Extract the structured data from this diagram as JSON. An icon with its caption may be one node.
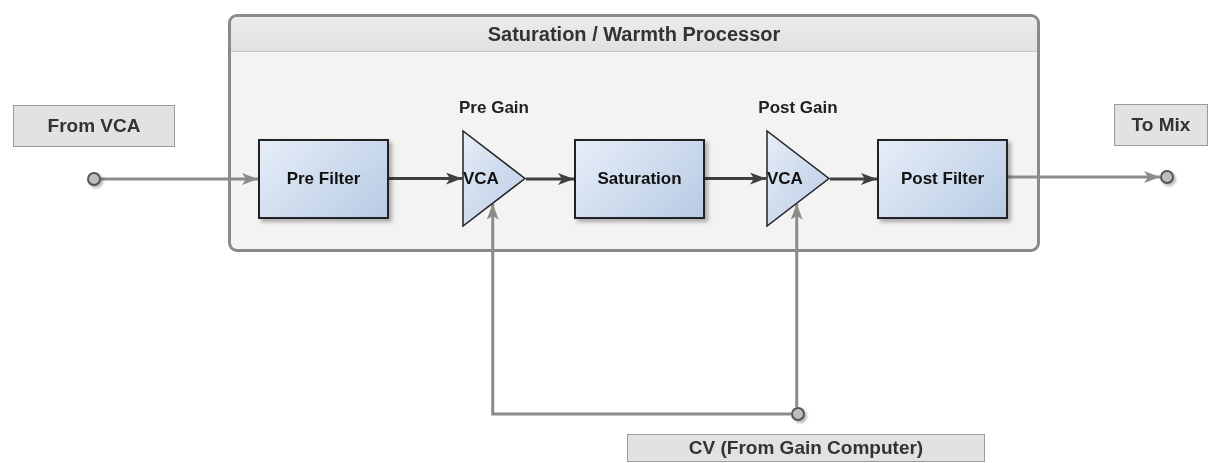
{
  "diagram": {
    "nodes": [
      {
        "text": [
          "Saturation / Warmth Processor"
        ]
      },
      {
        "text": [
          "Pre Filter"
        ],
        "in": 0
      },
      {
        "text": [
          "VCA"
        ],
        "in": 0,
        "beside": [
          "Pre Gain"
        ]
      },
      {
        "text": [
          "Saturation"
        ],
        "in": 0
      },
      {
        "text": [
          "VCA"
        ],
        "in": 0,
        "beside": [
          "Post Gain"
        ]
      },
      {
        "text": [
          "Post Filter"
        ],
        "in": 0
      },
      {
        "text": [
          "From VCA"
        ]
      },
      {
        "text": [],
        "shape": "circle"
      },
      {
        "text": [
          "To Mix"
        ]
      },
      {
        "text": [],
        "shape": "circle"
      },
      {
        "text": [],
        "shape": "circle"
      },
      {
        "text": [
          "CV (From Gain Computer)"
        ]
      }
    ],
    "edges": [
      {
        "from": 7,
        "to": 1,
        "arrow": "to",
        "color": "#8c8c8c"
      },
      {
        "from": 1,
        "to": 2,
        "arrow": "to"
      },
      {
        "from": 2,
        "to": 3,
        "arrow": "to"
      },
      {
        "from": 3,
        "to": 4,
        "arrow": "to"
      },
      {
        "from": 4,
        "to": 5,
        "arrow": "to"
      },
      {
        "from": 5,
        "to": 9,
        "arrow": "to",
        "color": "#8c8c8c"
      },
      {
        "from": 10,
        "to": 2,
        "arrow": "to",
        "color": "#8c8c8c"
      },
      {
        "from": 10,
        "to": 4,
        "arrow": "to",
        "color": "#8c8c8c"
      }
    ]
  }
}
